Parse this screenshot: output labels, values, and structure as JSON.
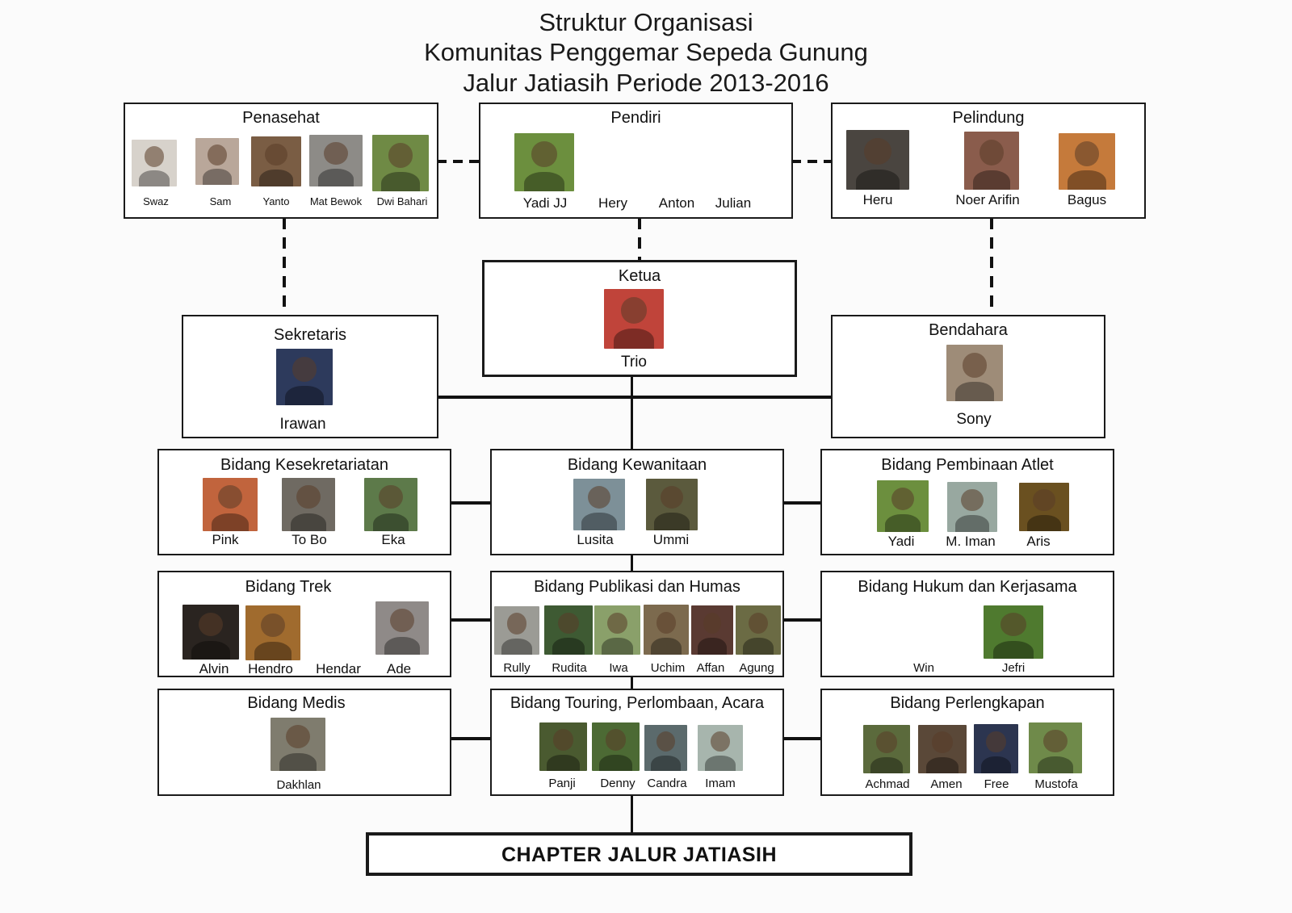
{
  "title": {
    "line1": "Struktur Organisasi",
    "line2": "Komunitas Penggemar Sepeda Gunung",
    "line3": "Jalur Jatiasih Periode 2013-2016"
  },
  "penasehat": {
    "title": "Penasehat",
    "members": [
      "Swaz",
      "Sam",
      "Yanto",
      "Mat Bewok",
      "Dwi Bahari"
    ]
  },
  "pendiri": {
    "title": "Pendiri",
    "members": [
      "Yadi JJ",
      "Hery",
      "Anton",
      "Julian"
    ]
  },
  "pelindung": {
    "title": "Pelindung",
    "members": [
      "Heru",
      "Noer Arifin",
      "Bagus"
    ]
  },
  "ketua": {
    "title": "Ketua",
    "members": [
      "Trio"
    ]
  },
  "sekretaris": {
    "title": "Sekretaris",
    "members": [
      "Irawan"
    ]
  },
  "bendahara": {
    "title": "Bendahara",
    "members": [
      "Sony"
    ]
  },
  "kesekretariatan": {
    "title": "Bidang Kesekretariatan",
    "members": [
      "Pink",
      "To Bo",
      "Eka"
    ]
  },
  "kewanitaan": {
    "title": "Bidang Kewanitaan",
    "members": [
      "Lusita",
      "Ummi"
    ]
  },
  "pembinaan_atlet": {
    "title": "Bidang Pembinaan Atlet",
    "members": [
      "Yadi",
      "M. Iman",
      "Aris"
    ]
  },
  "trek": {
    "title": "Bidang Trek",
    "members": [
      "Alvin",
      "Hendro",
      "Hendar",
      "Ade"
    ]
  },
  "publikasi": {
    "title": "Bidang Publikasi dan Humas",
    "members": [
      "Rully",
      "Rudita",
      "Iwa",
      "Uchim",
      "Affan",
      "Agung"
    ]
  },
  "hukum": {
    "title": "Bidang Hukum dan Kerjasama",
    "members": [
      "Win",
      "Jefri"
    ]
  },
  "medis": {
    "title": "Bidang Medis",
    "members": [
      "Dakhlan"
    ]
  },
  "touring": {
    "title": "Bidang Touring, Perlombaan, Acara",
    "members": [
      "Panji",
      "Denny",
      "Candra",
      "Imam"
    ]
  },
  "perlengkapan": {
    "title": "Bidang Perlengkapan",
    "members": [
      "Achmad",
      "Amen",
      "Free",
      "Mustofa"
    ]
  },
  "chapter": {
    "label": "CHAPTER JALUR JATIASIH"
  },
  "colors": {
    "line": "#111111",
    "background": "#fbfbfb",
    "box": "#ffffff"
  }
}
